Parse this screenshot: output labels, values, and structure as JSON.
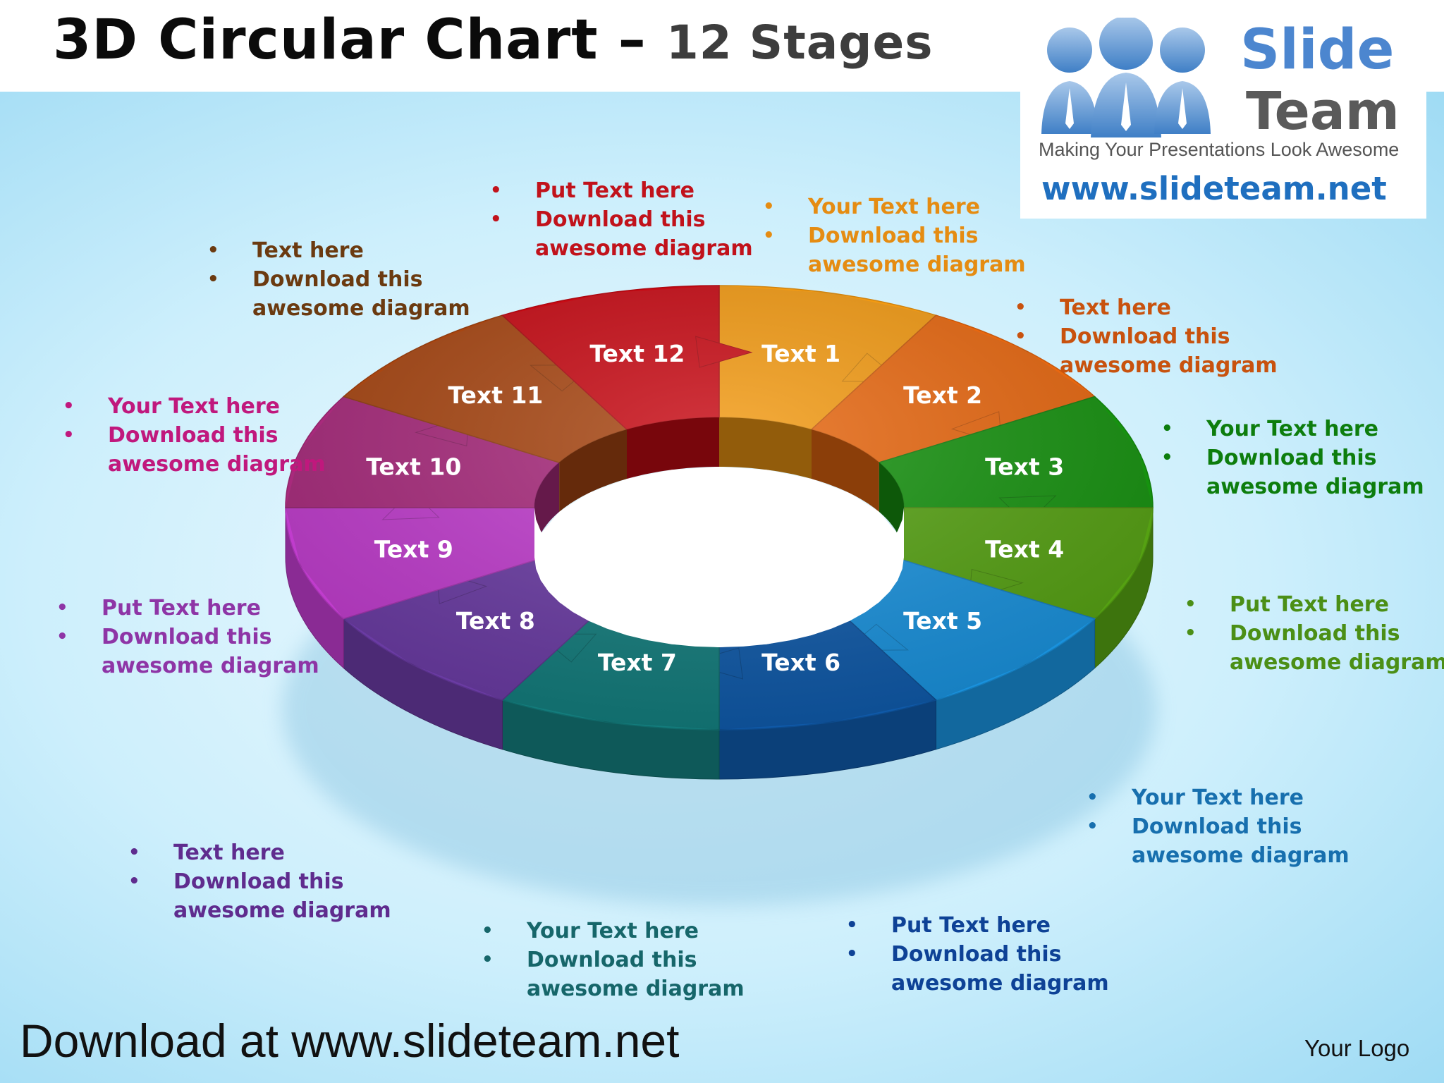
{
  "title": {
    "main": "3D Circular Chart –",
    "sub": "12 Stages"
  },
  "logo": {
    "name_line1": "Slide",
    "name_line2": "Team",
    "tagline": "Making Your Presentations Look Awesome",
    "url": "www.slideteam.net"
  },
  "colors": {
    "title": "#0b0b0b",
    "background": "#cdeffc"
  },
  "segments": [
    {
      "label": "Text 1",
      "color": "#f39a12"
    },
    {
      "label": "Text 2",
      "color": "#e8670f"
    },
    {
      "label": "Text 3",
      "color": "#16920f"
    },
    {
      "label": "Text 4",
      "color": "#55a112"
    },
    {
      "label": "Text 5",
      "color": "#1991dc"
    },
    {
      "label": "Text 6",
      "color": "#0f59a8"
    },
    {
      "label": "Text 7",
      "color": "#137c7c"
    },
    {
      "label": "Text 8",
      "color": "#6a3ba3"
    },
    {
      "label": "Text 9",
      "color": "#c03ccd"
    },
    {
      "label": "Text 10",
      "color": "#a82a7c"
    },
    {
      "label": "Text 11",
      "color": "#a84612"
    },
    {
      "label": "Text 12",
      "color": "#c80a14"
    }
  ],
  "callouts": [
    {
      "id": "c12",
      "color": "#c1121b",
      "lines": [
        "Put Text here",
        "Download this",
        "awesome diagram"
      ]
    },
    {
      "id": "c1",
      "color": "#e58c12",
      "lines": [
        "Your Text here",
        "Download this",
        "awesome diagram"
      ]
    },
    {
      "id": "c2",
      "color": "#c8520e",
      "lines": [
        "Text here",
        "Download this",
        "awesome diagram"
      ]
    },
    {
      "id": "c3",
      "color": "#0d7d0d",
      "lines": [
        "Your Text here",
        "Download this",
        "awesome diagram"
      ]
    },
    {
      "id": "c4",
      "color": "#4b8f16",
      "lines": [
        "Put Text here",
        "Download this",
        "awesome diagram"
      ]
    },
    {
      "id": "c5",
      "color": "#176fae",
      "lines": [
        "Your Text here",
        "Download this",
        "awesome diagram"
      ]
    },
    {
      "id": "c6",
      "color": "#0e4296",
      "lines": [
        "Put Text here",
        "Download this",
        "awesome diagram"
      ]
    },
    {
      "id": "c7",
      "color": "#16666a",
      "lines": [
        "Your Text here",
        "Download this",
        "awesome diagram"
      ]
    },
    {
      "id": "c8",
      "color": "#5f2c8e",
      "lines": [
        "Text here",
        "Download this",
        "awesome diagram"
      ]
    },
    {
      "id": "c9",
      "color": "#8e35a6",
      "lines": [
        "Put Text here",
        "Download this",
        "awesome diagram"
      ]
    },
    {
      "id": "c10",
      "color": "#c0187d",
      "lines": [
        "Your Text here",
        "Download this",
        "awesome diagram"
      ]
    },
    {
      "id": "c11",
      "color": "#6b3a10",
      "lines": [
        "Text here",
        "Download this",
        "awesome diagram"
      ]
    }
  ],
  "footer": {
    "download": "Download at www.slideteam.net",
    "logo_placeholder": "Your Logo"
  }
}
